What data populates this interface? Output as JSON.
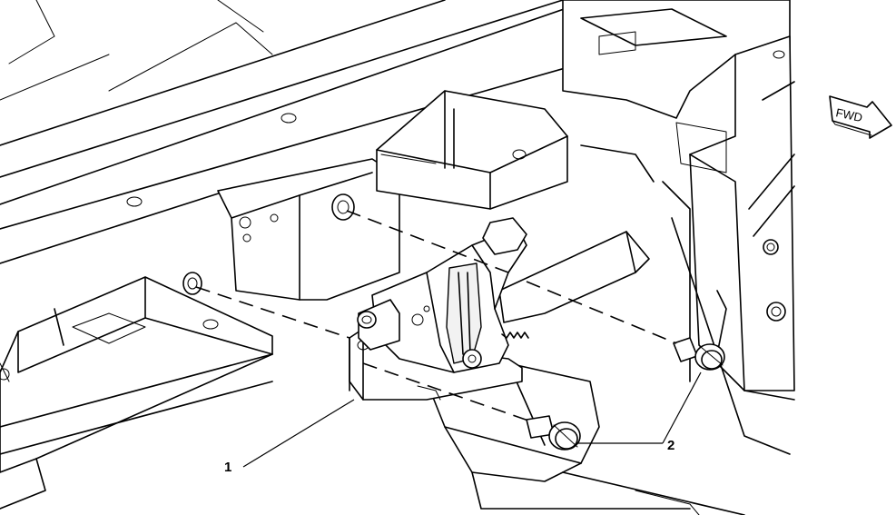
{
  "diagram": {
    "callouts": [
      {
        "id": "1",
        "label": "1",
        "part": "latch"
      },
      {
        "id": "2",
        "label": "2",
        "part": "bolts"
      }
    ],
    "direction_indicator": {
      "label": "FWD",
      "icon": "forward-arrow-icon"
    },
    "colors": {
      "line": "#000000",
      "background": "#ffffff",
      "shade": "#f2f2f2"
    }
  }
}
